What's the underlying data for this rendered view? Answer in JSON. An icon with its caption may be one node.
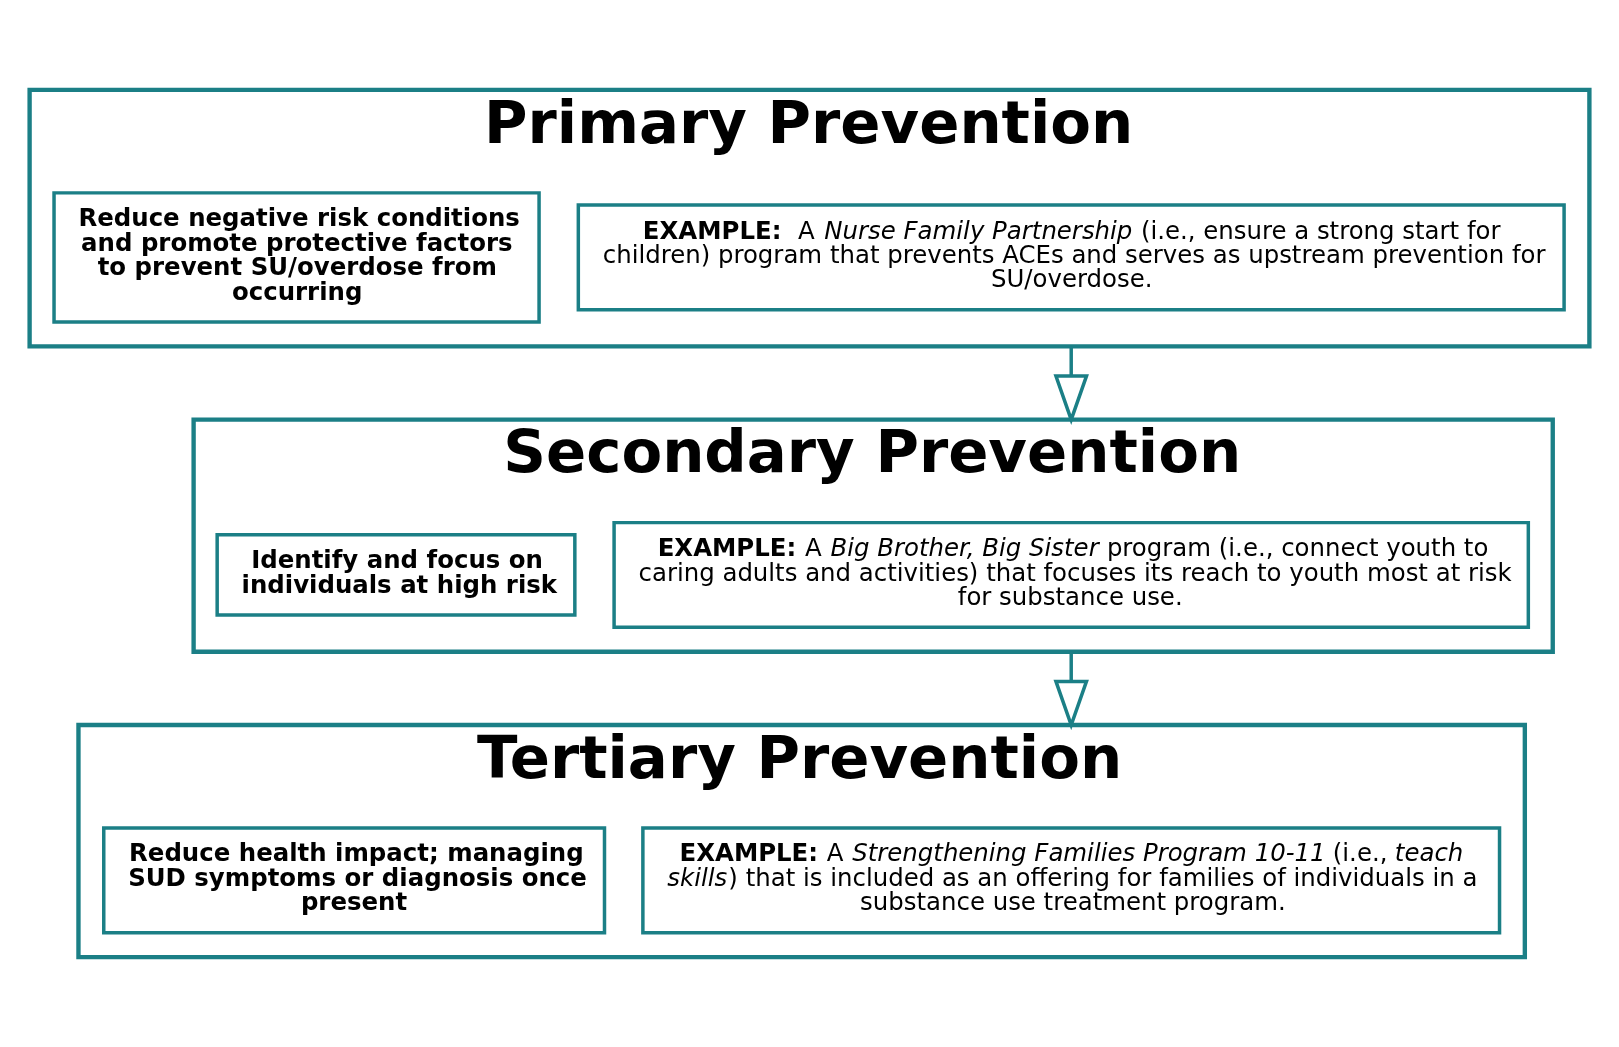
{
  "diagram": {
    "nodes": [
      {
        "text": [
          "Primary Prevention"
        ]
      },
      {
        "text": [
          "Reduce negative risk conditions and promote protective factors to prevent SU/overdose from occurring"
        ],
        "in": 0
      },
      {
        "text": [
          "**EXAMPLE:**  A *Nurse Family Partnership* (i.e., ensure a strong start for children) program that prevents ACEs and serves as upstream prevention for SU/overdose."
        ],
        "in": 0
      },
      {
        "text": [
          "Secondary Prevention"
        ]
      },
      {
        "text": [
          "Identify and focus on individuals at high risk"
        ],
        "in": 3
      },
      {
        "text": [
          "**EXAMPLE:** A *Big Brother, Big Sister* program (i.e., connect youth to caring adults and activities) that focuses its reach to youth most at risk for substance use."
        ],
        "in": 3
      },
      {
        "text": [
          "Tertiary Prevention"
        ]
      },
      {
        "text": [
          "Reduce health impact; managing SUD symptoms or diagnosis once present"
        ],
        "in": 6
      },
      {
        "text": [
          "**EXAMPLE:** A *Strengthening Families Program 10-11* (i.e., *teach skills*) that is included as an offering for families of individuals in a substance use treatment program."
        ],
        "in": 6
      }
    ],
    "edges": [
      {
        "from": 0,
        "to": 3,
        "arrow": "to"
      },
      {
        "from": 3,
        "to": 6,
        "arrow": "to"
      }
    ]
  }
}
